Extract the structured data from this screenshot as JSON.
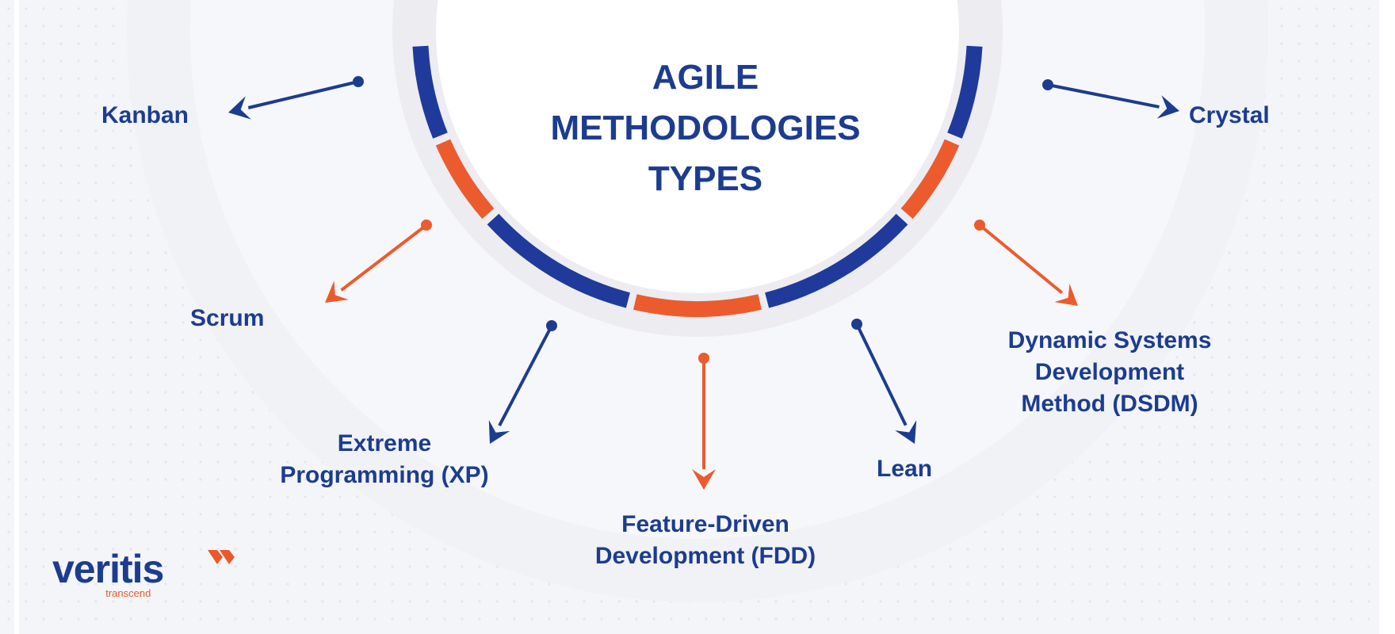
{
  "title": {
    "lines": [
      "AGILE",
      "METHODOLOGIES",
      "TYPES"
    ]
  },
  "colors": {
    "navy": "#1c3c8f",
    "ring_blue": "#1f3a9a",
    "orange": "#ec5b2e",
    "background": "#f4f5f9"
  },
  "methods": [
    {
      "id": "kanban",
      "color": "navy",
      "lines": [
        "Kanban"
      ]
    },
    {
      "id": "scrum",
      "color": "orange",
      "lines": [
        "Scrum"
      ]
    },
    {
      "id": "xp",
      "color": "navy",
      "lines": [
        "Extreme",
        "Programming (XP)"
      ]
    },
    {
      "id": "fdd",
      "color": "orange",
      "lines": [
        "Feature-Driven",
        "Development (FDD)"
      ]
    },
    {
      "id": "lean",
      "color": "navy",
      "lines": [
        "Lean"
      ]
    },
    {
      "id": "dsdm",
      "color": "orange",
      "lines": [
        "Dynamic Systems",
        "Development",
        "Method (DSDM)"
      ]
    },
    {
      "id": "crystal",
      "color": "navy",
      "lines": [
        "Crystal"
      ]
    }
  ],
  "logo": {
    "word": "veritis",
    "tagline": "transcend"
  }
}
